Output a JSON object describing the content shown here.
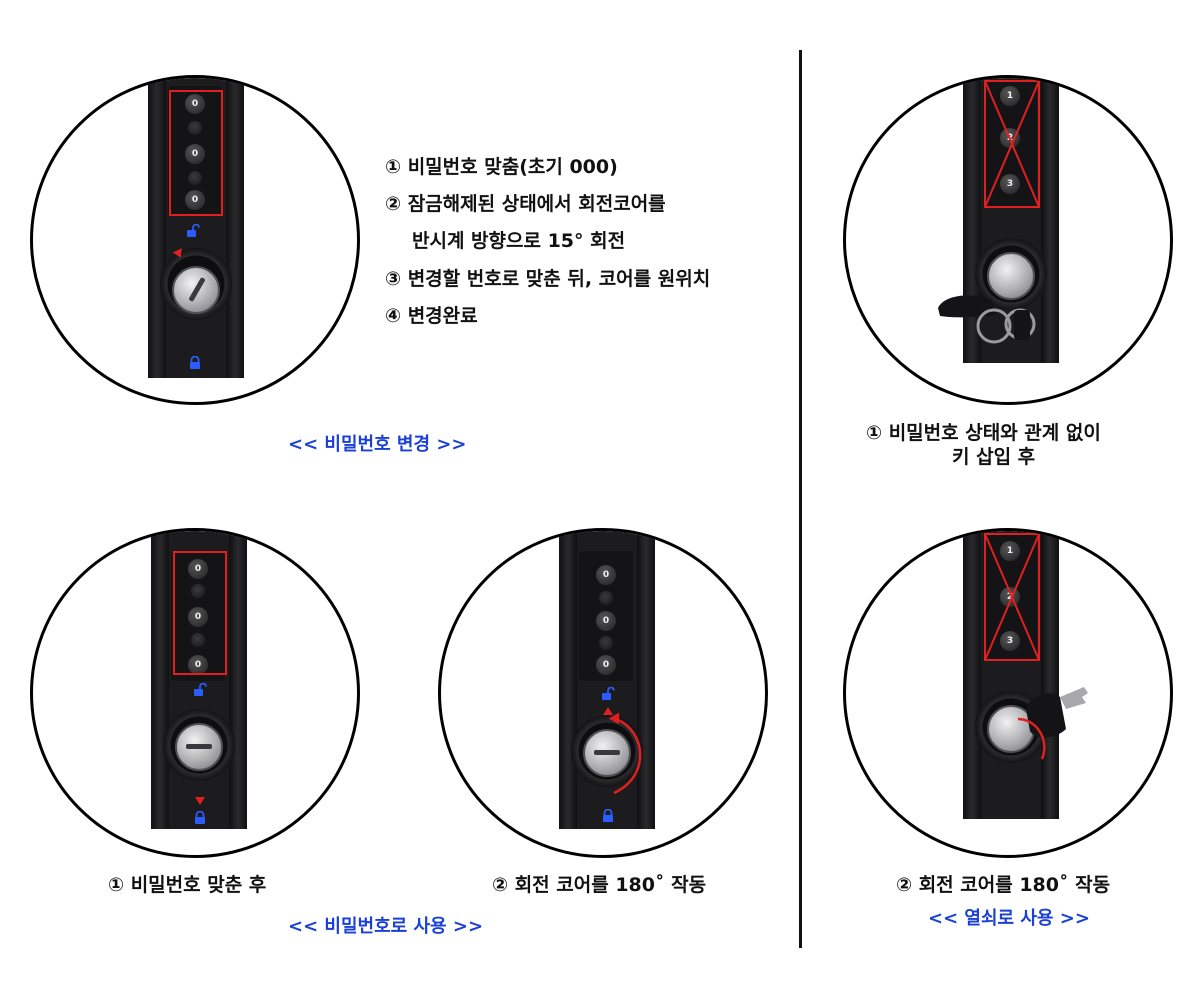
{
  "top_left": {
    "steps": [
      "① 비밀번호 맞춤(초기 000)",
      "② 잠금해제된 상태에서 회전코어를",
      "반시계 방향으로 15° 회전",
      "③ 변경할 번호로 맞춘 뒤, 코어를 원위치",
      "④ 변경완료"
    ],
    "digits": [
      "0",
      "0",
      "0"
    ],
    "section_title": "<< 비밀번호 변경 >>"
  },
  "bottom_left": {
    "caption_1": "① 비밀번호 맞춘 후",
    "caption_2": "② 회전 코어를 180˚ 작동",
    "section_title": "<< 비밀번호로 사용 >>",
    "digits_1": [
      "0",
      "0",
      "0"
    ],
    "digits_2": [
      "0",
      "0",
      "0"
    ]
  },
  "right": {
    "caption_1_line1": "① 비밀번호 상태와 관계 없이",
    "caption_1_line2": "키 삽입 후",
    "caption_2": "② 회전 코어를 180˚ 작동",
    "section_title": "<< 열쇠로 사용 >>",
    "digits_1": [
      "1",
      "2",
      "3"
    ],
    "digits_2": [
      "1",
      "2",
      "3"
    ]
  },
  "colors": {
    "accent_blue": "#1a40d8",
    "marker_red": "#e02020",
    "lock_body": "#1c1c1e"
  },
  "icons": [
    "unlock-icon",
    "lock-icon",
    "rotation-arrow-icon",
    "key-icon"
  ]
}
